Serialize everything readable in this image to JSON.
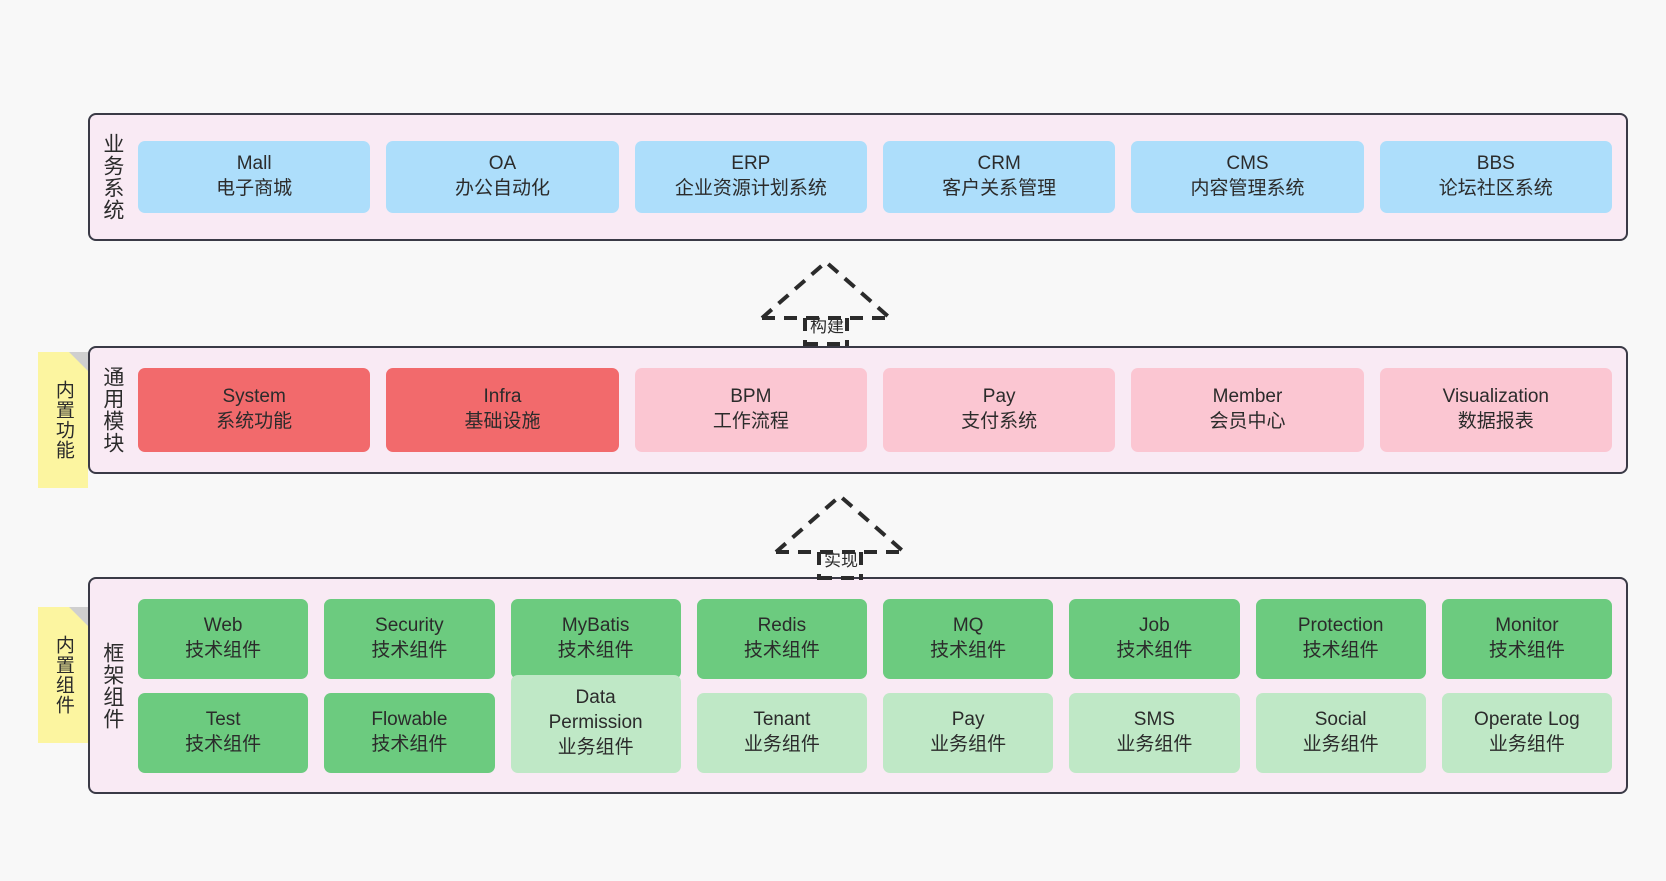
{
  "diagram": {
    "background": "#f8f8f8",
    "colors": {
      "layer_bg": "#f9eaf4",
      "layer_border": "#3a3a46",
      "blue": "#addefb",
      "red": "#f26a6c",
      "pink": "#fbc6d2",
      "green": "#6ccb7f",
      "light_green": "#bfe8c6",
      "note_yellow": "#fcf5a0",
      "note_fold": "#cfcfcf"
    }
  },
  "layers": {
    "business": {
      "title": "业务系统",
      "boxes": [
        {
          "en": "Mall",
          "cn": "电子商城"
        },
        {
          "en": "OA",
          "cn": "办公自动化"
        },
        {
          "en": "ERP",
          "cn": "企业资源计划系统"
        },
        {
          "en": "CRM",
          "cn": "客户关系管理"
        },
        {
          "en": "CMS",
          "cn": "内容管理系统"
        },
        {
          "en": "BBS",
          "cn": "论坛社区系统"
        }
      ]
    },
    "modules": {
      "title": "通用模块",
      "note": "内置功能",
      "boxes": [
        {
          "en": "System",
          "cn": "系统功能",
          "tone": "red"
        },
        {
          "en": "Infra",
          "cn": "基础设施",
          "tone": "red"
        },
        {
          "en": "BPM",
          "cn": "工作流程",
          "tone": "pink"
        },
        {
          "en": "Pay",
          "cn": "支付系统",
          "tone": "pink"
        },
        {
          "en": "Member",
          "cn": "会员中心",
          "tone": "pink"
        },
        {
          "en": "Visualization",
          "cn": "数据报表",
          "tone": "pink"
        }
      ]
    },
    "framework": {
      "title": "框架组件",
      "note": "内置组件",
      "row1": [
        {
          "en": "Web",
          "cn": "技术组件",
          "tone": "green"
        },
        {
          "en": "Security",
          "cn": "技术组件",
          "tone": "green"
        },
        {
          "en": "MyBatis",
          "cn": "技术组件",
          "tone": "green"
        },
        {
          "en": "Redis",
          "cn": "技术组件",
          "tone": "green"
        },
        {
          "en": "MQ",
          "cn": "技术组件",
          "tone": "green"
        },
        {
          "en": "Job",
          "cn": "技术组件",
          "tone": "green"
        },
        {
          "en": "Protection",
          "cn": "技术组件",
          "tone": "green"
        },
        {
          "en": "Monitor",
          "cn": "技术组件",
          "tone": "green"
        }
      ],
      "row2": [
        {
          "en": "Test",
          "cn": "技术组件",
          "tone": "green"
        },
        {
          "en": "Flowable",
          "cn": "技术组件",
          "tone": "green"
        },
        {
          "en": "Data Permission",
          "cn": "业务组件",
          "tone": "light_green"
        },
        {
          "en": "Tenant",
          "cn": "业务组件",
          "tone": "light_green"
        },
        {
          "en": "Pay",
          "cn": "业务组件",
          "tone": "light_green"
        },
        {
          "en": "SMS",
          "cn": "业务组件",
          "tone": "light_green"
        },
        {
          "en": "Social",
          "cn": "业务组件",
          "tone": "light_green"
        },
        {
          "en": "Operate Log",
          "cn": "业务组件",
          "tone": "light_green"
        }
      ]
    }
  },
  "connectors": [
    {
      "label": "构建",
      "from": "通用模块",
      "to": "业务系统"
    },
    {
      "label": "实现",
      "from": "框架组件",
      "to": "通用模块"
    }
  ]
}
